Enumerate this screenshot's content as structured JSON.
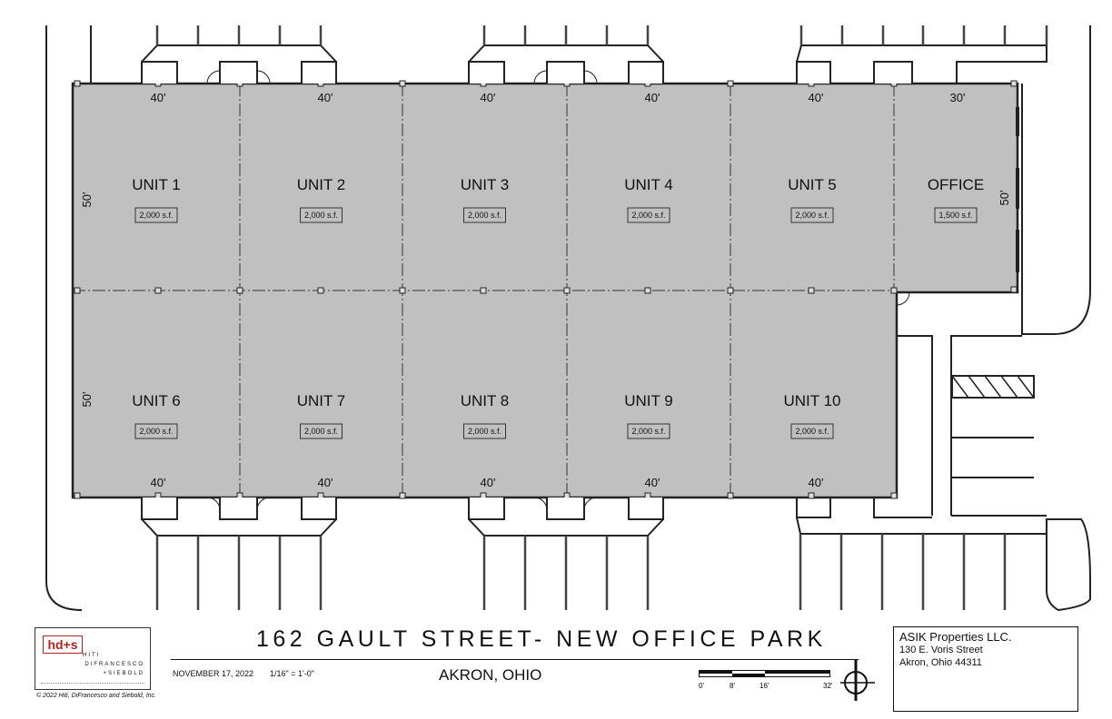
{
  "title": "162 GAULT STREET- NEW OFFICE PARK",
  "subtitle": "AKRON, OHIO",
  "date": "NOVEMBER 17, 2022",
  "scale_note": "1/16\" = 1'-0\"",
  "scale_bar": [
    "0'",
    "8'",
    "16'",
    "32'"
  ],
  "owner": {
    "name": "ASIK Properties LLC.",
    "street": "130 E. Voris Street",
    "city": "Akron, Ohio 44311"
  },
  "logo": {
    "mark": "hd+s",
    "line1": "HITI",
    "line2": "DIFRANCESCO",
    "line3": "+SIEBOLD",
    "copyright": "© 2022 Hiti, DiFrancesco and Siebold, Inc."
  },
  "colors": {
    "floor": "#c0c0c0",
    "wall": "#222222",
    "logo_red": "#b22222"
  },
  "units_top": [
    {
      "name": "UNIT 1",
      "area": "2,000 s.f.",
      "width": "40'"
    },
    {
      "name": "UNIT 2",
      "area": "2,000 s.f.",
      "width": "40'"
    },
    {
      "name": "UNIT 3",
      "area": "2,000 s.f.",
      "width": "40'"
    },
    {
      "name": "UNIT 4",
      "area": "2,000 s.f.",
      "width": "40'"
    },
    {
      "name": "UNIT 5",
      "area": "2,000 s.f.",
      "width": "40'"
    },
    {
      "name": "OFFICE",
      "area": "1,500 s.f.",
      "width": "30'"
    }
  ],
  "units_bottom": [
    {
      "name": "UNIT 6",
      "area": "2,000 s.f.",
      "width": "40'"
    },
    {
      "name": "UNIT 7",
      "area": "2,000 s.f.",
      "width": "40'"
    },
    {
      "name": "UNIT 8",
      "area": "2,000 s.f.",
      "width": "40'"
    },
    {
      "name": "UNIT 9",
      "area": "2,000 s.f.",
      "width": "40'"
    },
    {
      "name": "UNIT 10",
      "area": "2,000 s.f.",
      "width": "40'"
    }
  ],
  "depth_dims": {
    "top_left": "50'",
    "bottom_left": "50'",
    "office_right": "50'"
  }
}
